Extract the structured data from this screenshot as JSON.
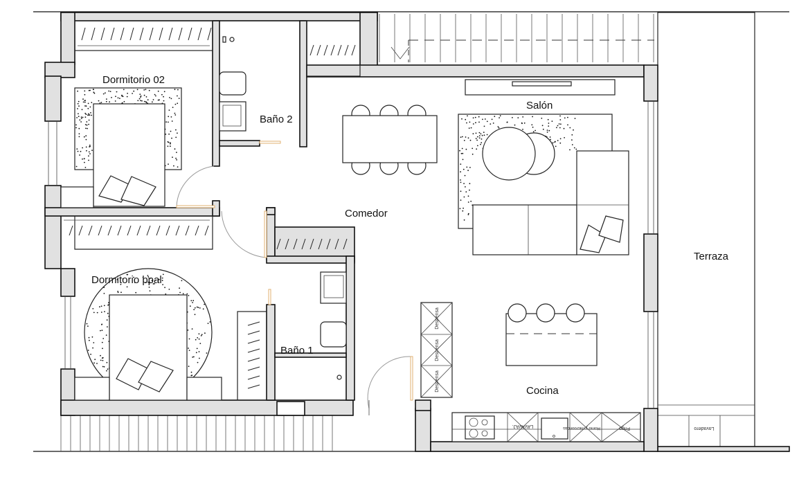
{
  "plan": {
    "rooms": {
      "dormitorio_02": "Dormitorio 02",
      "bano_2": "Baño 2",
      "salon": "Salón",
      "comedor": "Comedor",
      "dormitorio_ppal": "Dormitorio ppal",
      "bano_1": "Baño 1",
      "cocina": "Cocina",
      "terraza": "Terraza"
    },
    "fixtures": {
      "despensa_1": "Despensa",
      "despensa_2": "Despensa",
      "despensa_3": "Despensa",
      "lavavajillas": "LAVAVAJ.",
      "horno": "Horno y microondas",
      "frigo": "Frigo",
      "lavadero": "Lavadero"
    }
  }
}
